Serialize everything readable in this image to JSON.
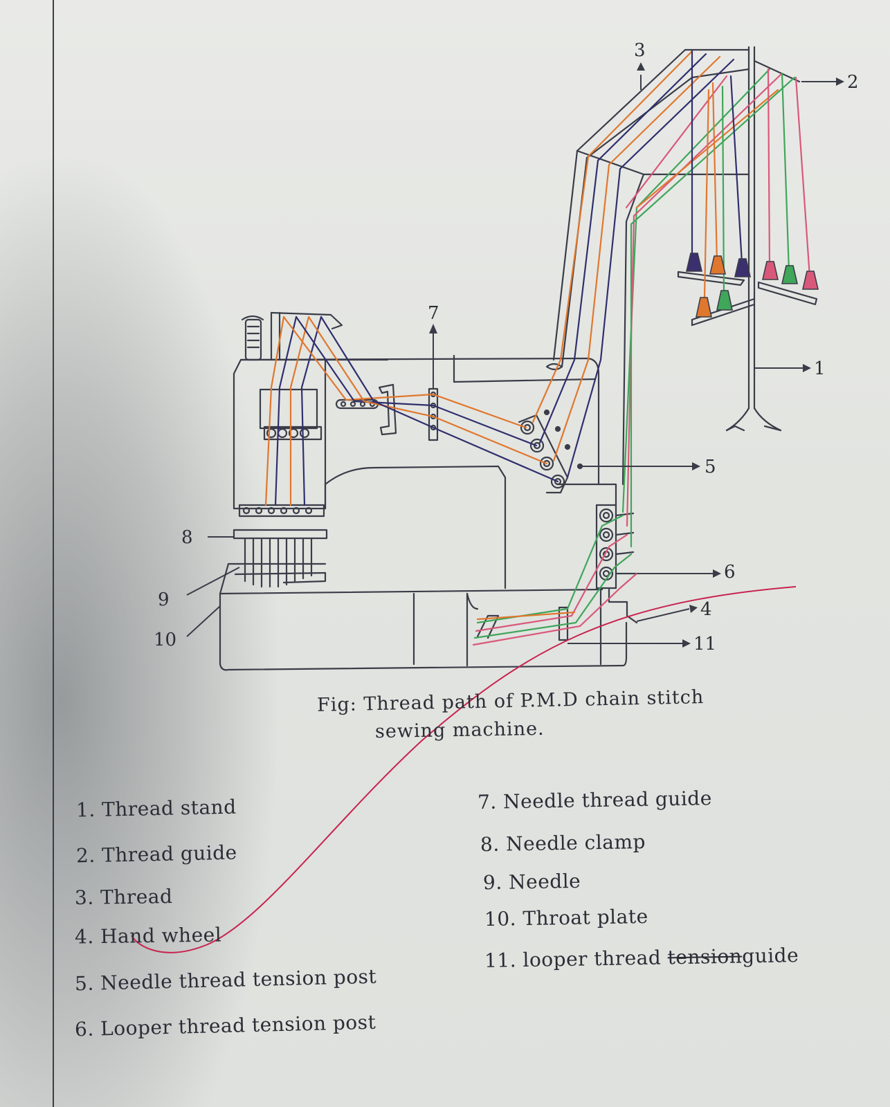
{
  "caption": {
    "line1": "Fig: Thread path of P.M.D chain stitch",
    "line2": "sewing machine."
  },
  "callouts": [
    "3",
    "2",
    "7",
    "1",
    "5",
    "8",
    "6",
    "9",
    "4",
    "10",
    "11"
  ],
  "legend_left": [
    "1. Thread stand",
    "2. Thread guide",
    "3. Thread",
    "4. Hand wheel",
    "5. Needle thread tension post",
    "6. Looper thread tension post"
  ],
  "legend_right": [
    "7. Needle thread guide",
    "8. Needle clamp",
    "9. Needle",
    "10. Throat plate"
  ],
  "legend_item_11": {
    "prefix": "11. looper thread ",
    "struck": "tension",
    "suffix": "guide"
  },
  "colors": {
    "ink": "#3a3c48",
    "orange": "#e0772e",
    "green": "#3fa65a",
    "pink": "#d9587a",
    "navy": "#2f2f6e",
    "red_line": "#c8234e",
    "paper": "#e6e8e4"
  }
}
